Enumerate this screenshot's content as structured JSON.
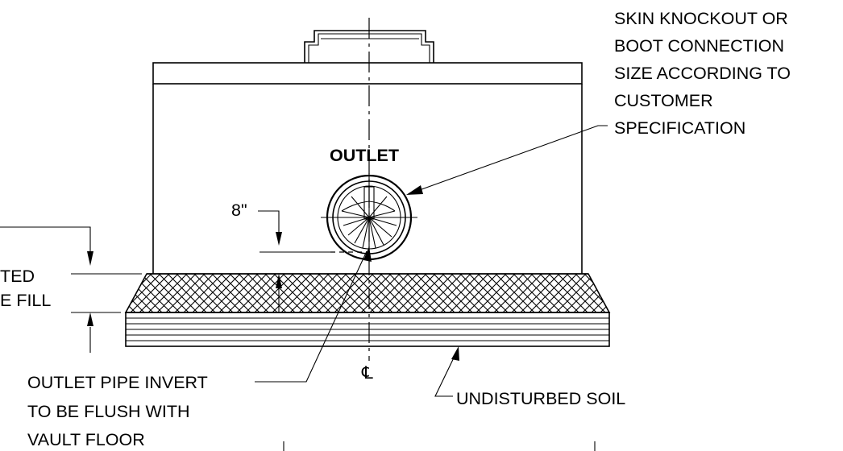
{
  "labels": {
    "top_left_fragment": ")",
    "skin_knockout": [
      "SKIN KNOCKOUT OR",
      "BOOT CONNECTION",
      "SIZE ACCORDING TO",
      "CUSTOMER",
      "SPECIFICATION"
    ],
    "outlet": "OUTLET",
    "dimension_8in": "8\"",
    "left_fragment_1": ")",
    "left_fragment_2": "TED",
    "left_fragment_3": "E FILL",
    "centerline_symbol": "℄",
    "outlet_pipe_invert": [
      "OUTLET PIPE INVERT",
      "TO BE FLUSH WITH",
      "VAULT FLOOR"
    ],
    "undisturbed_soil": "UNDISTURBED SOIL"
  }
}
